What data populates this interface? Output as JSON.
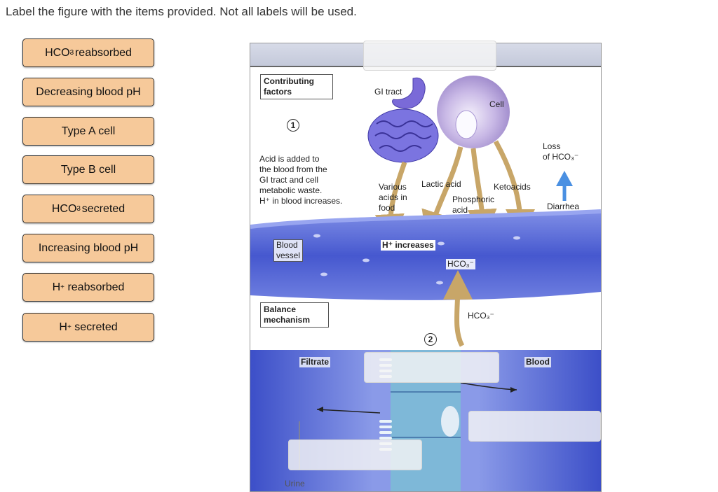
{
  "instruction": "Label the figure with the items provided. Not all labels will be used.",
  "labels": [
    {
      "main": "HCO",
      "sub": "3",
      "sup": "-",
      "rest": " reabsorbed"
    },
    {
      "main": "Decreasing blood pH"
    },
    {
      "main": "Type A cell"
    },
    {
      "main": "Type B cell"
    },
    {
      "main": "HCO",
      "sub": "3",
      "sup": "-",
      "rest": " secreted"
    },
    {
      "main": "Increasing blood pH"
    },
    {
      "main": "H",
      "sup": "+",
      "rest": " reabsorbed"
    },
    {
      "main": "H",
      "sup": "+",
      "rest": " secreted"
    }
  ],
  "figure": {
    "contributing_factors": "Contributing factors",
    "step1": "1",
    "step2": "2",
    "acid_text": [
      "Acid is added to",
      "the blood from the",
      "GI tract and cell",
      "metabolic waste.",
      "H⁺ in blood increases."
    ],
    "gi_tract": "GI tract",
    "cell": "Cell",
    "loss_hco3": [
      "Loss",
      "of HCO₃⁻"
    ],
    "various_acids": [
      "Various",
      "acids in",
      "food"
    ],
    "lactic_acid": "Lactic acid",
    "phosphoric_acid": [
      "Phosphoric",
      "acid"
    ],
    "ketoacids": "Ketoacids",
    "diarrhea": "Diarrhea",
    "blood_vessel": [
      "Blood",
      "vessel"
    ],
    "h_increases": "H⁺ increases",
    "hco3_vessel": "HCO₃⁻",
    "hco3_lower": "HCO₃⁻",
    "balance_mechanism": [
      "Balance",
      "mechanism"
    ],
    "filtrate": "Filtrate",
    "blood": "Blood",
    "urine": "Urine"
  },
  "colors": {
    "chip_fill": "#f6c99a",
    "vessel_blue": "#4a5fd0",
    "cell_purple": "#b9a6dc",
    "arrow_gold": "#c8a668",
    "arrow_blue": "#4a90e2"
  }
}
